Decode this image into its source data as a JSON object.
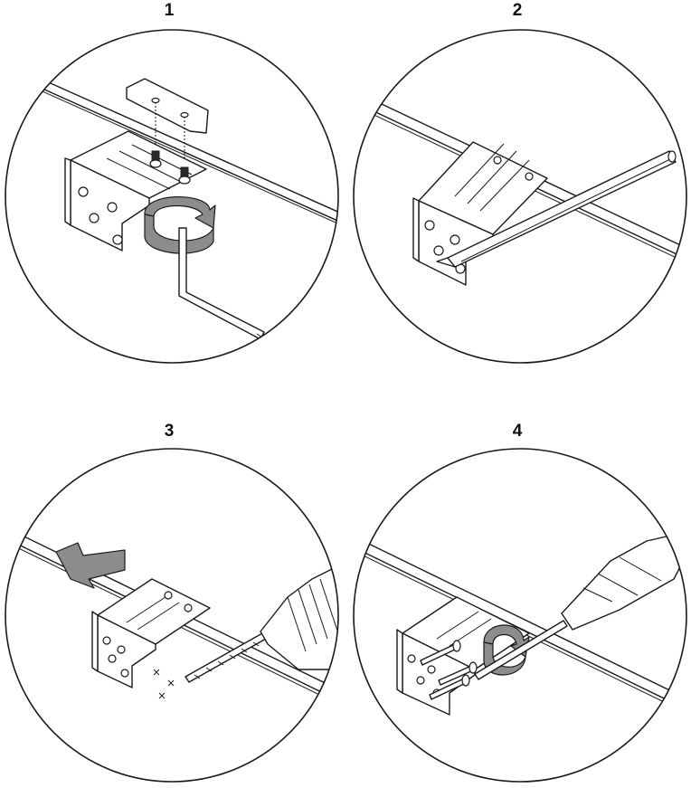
{
  "steps": [
    {
      "number": "1",
      "illustration": "hex-key-loosen-screws"
    },
    {
      "number": "2",
      "illustration": "pencil-mark-holes"
    },
    {
      "number": "3",
      "illustration": "drill-holes"
    },
    {
      "number": "4",
      "illustration": "screwdriver-fasten-screws"
    }
  ],
  "colors": {
    "line": "#1a1a1a",
    "arrow_fill": "#8c8c8c",
    "background": "#ffffff"
  },
  "icons": [
    "hex-key-icon",
    "rotation-arrow-icon",
    "pencil-icon",
    "drill-icon",
    "direction-arrow-icon",
    "screwdriver-icon",
    "screw-icon",
    "bracket-icon"
  ]
}
